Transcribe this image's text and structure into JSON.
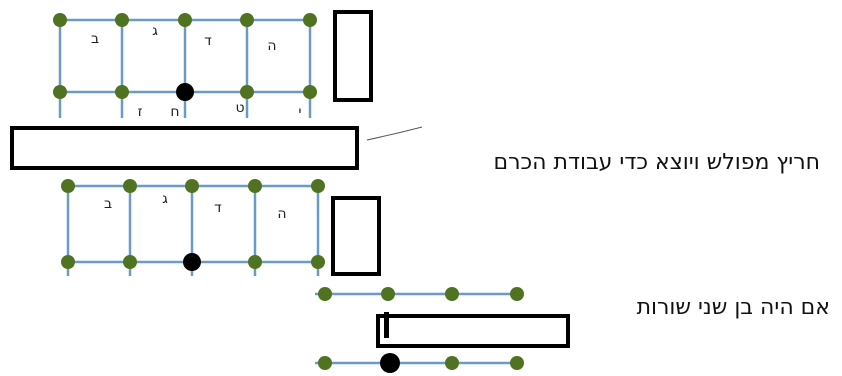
{
  "captions": {
    "unplowed_strip": "חריץ מפולש ויוצא כדי עבודת הכרם",
    "between_two_rows": "אם היה בן שני שורות"
  },
  "grid_letters": {
    "top_row": [
      "ב",
      "ג",
      "ד",
      "ה"
    ],
    "bottom_row": [
      "ז",
      "ח",
      "ט",
      "י"
    ]
  },
  "colors": {
    "line": "#6a9bc6",
    "vine": "#4f7321",
    "vine_highlight": "#7aa03a",
    "mark": "#000000"
  }
}
